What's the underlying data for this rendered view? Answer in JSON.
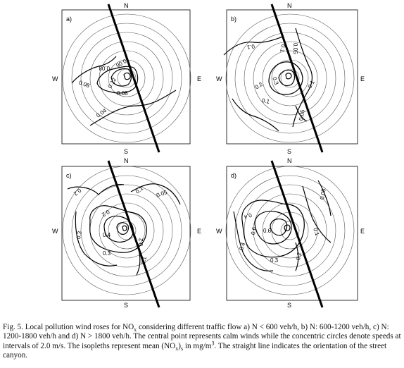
{
  "figure": {
    "panels": [
      {
        "label": "a)",
        "compass": {
          "n": "N",
          "s": "S",
          "e": "E",
          "w": "W"
        },
        "contour_labels": [
          "0.08",
          "0.12",
          "0.06",
          "0.08",
          "0.04"
        ]
      },
      {
        "label": "b)",
        "compass": {
          "n": "N",
          "s": "S",
          "e": "E",
          "w": "W"
        },
        "contour_labels": [
          "0.1",
          "0.1",
          "0.05",
          "0.3",
          "0.2",
          "0.1",
          "0.05",
          "0.1"
        ]
      },
      {
        "label": "c)",
        "compass": {
          "n": "N",
          "s": "S",
          "e": "E",
          "w": "W"
        },
        "contour_labels": [
          "0.2",
          "0.1",
          "0.05",
          "0.4",
          "0.3",
          "0.2",
          "0.3",
          "0.1"
        ]
      },
      {
        "label": "d)",
        "compass": {
          "n": "N",
          "s": "S",
          "e": "E",
          "w": "W"
        },
        "contour_labels": [
          "0.4",
          "0.6",
          "0.6",
          "0.1",
          "0.05",
          "0.2",
          "0.3",
          "0.4"
        ]
      }
    ]
  },
  "caption": {
    "fig_label": "Fig. 5.",
    "part1": " Local pollution wind roses for NO",
    "sub_x": "x",
    "part2": " considering different traffic flow a) N < 600 veh/h, b) N: 600-1200 veh/h, c) N: 1200-1800 veh/h and d) N > 1800 veh/h. The central point represents calm winds while the concentric circles denote speeds at intervals of 2.0 m/s. The isopleths represent mean (NO",
    "sub_x2": "x",
    "part3": ")",
    "sub_s": "s",
    "part4": " in mg/m",
    "sup_3": "3",
    "part5": ". The straight line indicates the orientation of the street canyon."
  }
}
